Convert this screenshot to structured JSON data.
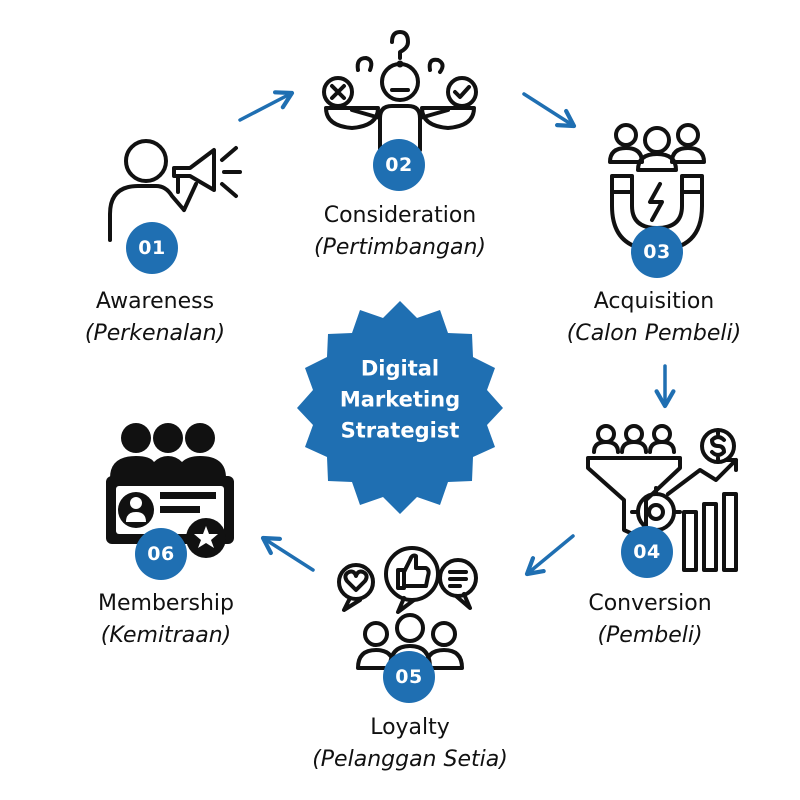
{
  "center": {
    "lines": [
      "Digital",
      "Marketing",
      "Strategist"
    ]
  },
  "stages": [
    {
      "number": "01",
      "name": "Awareness",
      "sub": "(Perkenalan)",
      "icon": "megaphone-person-icon"
    },
    {
      "number": "02",
      "name": "Consideration",
      "sub": "(Pertimbangan)",
      "icon": "thinking-person-icon"
    },
    {
      "number": "03",
      "name": "Acquisition",
      "sub": "(Calon Pembeli)",
      "icon": "magnet-people-icon"
    },
    {
      "number": "04",
      "name": "Conversion",
      "sub": "(Pembeli)",
      "icon": "funnel-growth-icon"
    },
    {
      "number": "05",
      "name": "Loyalty",
      "sub": "(Pelanggan Setia)",
      "icon": "social-likes-icon"
    },
    {
      "number": "06",
      "name": "Membership",
      "sub": "(Kemitraan)",
      "icon": "member-card-icon"
    }
  ],
  "colors": {
    "accent": "#1f6fb2",
    "ink": "#111111",
    "background": "#ffffff"
  }
}
